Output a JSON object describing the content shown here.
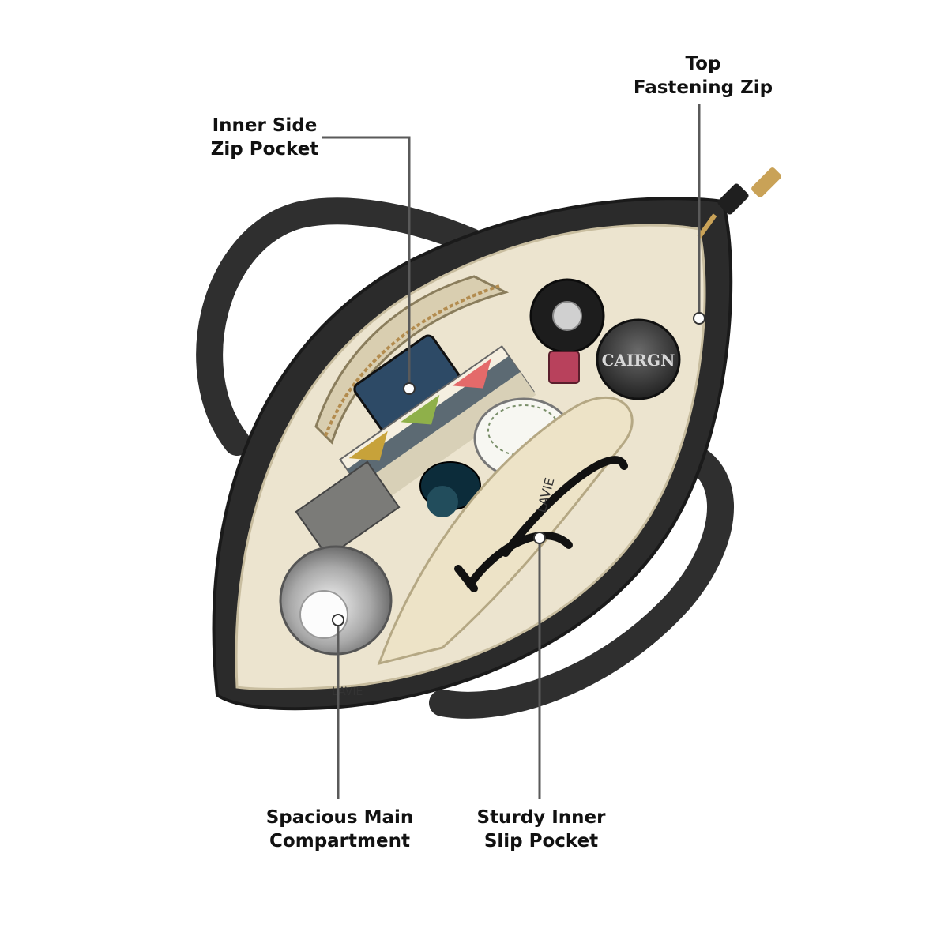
{
  "callouts": {
    "top_fastening_zip": {
      "line1": "Top",
      "line2": "Fastening Zip"
    },
    "inner_side_zip_pocket": {
      "line1": "Inner Side",
      "line2": "Zip Pocket"
    },
    "spacious_main_compartment": {
      "line1": "Spacious Main",
      "line2": "Compartment"
    },
    "sturdy_inner_slip_pocket": {
      "line1": "Sturdy Inner",
      "line2": "Slip Pocket"
    }
  },
  "product_print": {
    "lining_brand": "LAVIE",
    "jar_label": "CAIRGN"
  },
  "colors": {
    "bag_body": "#2b2b2b",
    "lining": "#ece4cf",
    "callout_line": "#5a5a5a",
    "zip_pull": "#c9a257"
  }
}
